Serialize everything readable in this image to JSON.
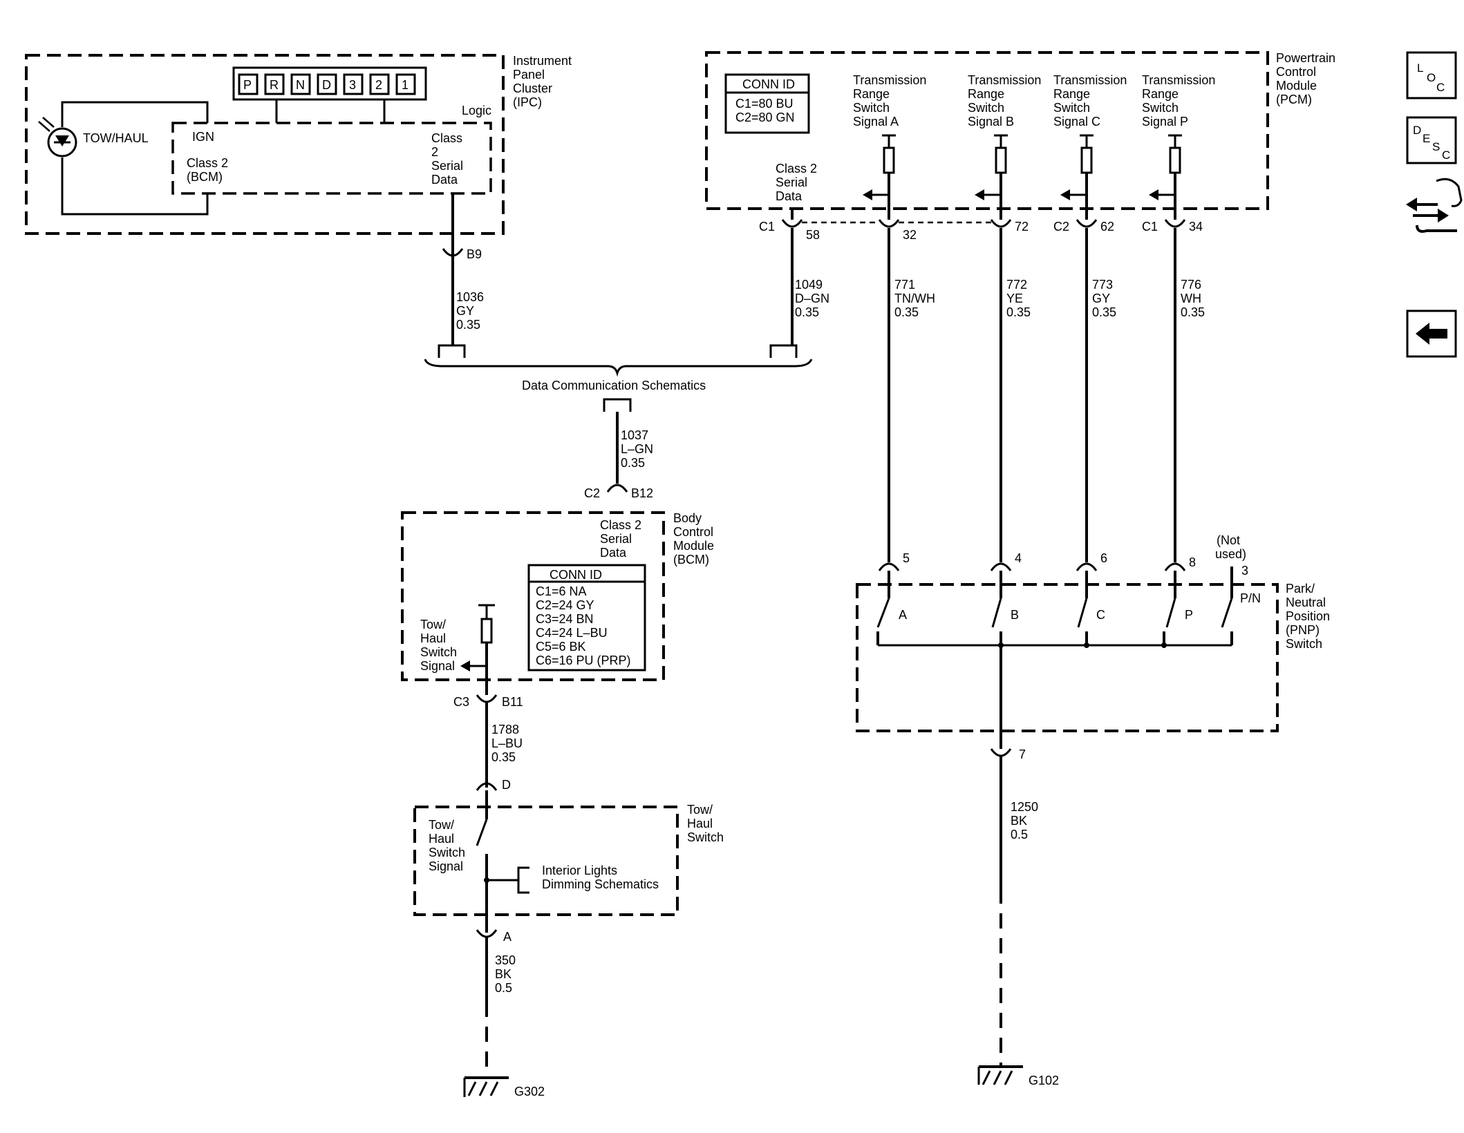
{
  "ipc": {
    "name": [
      "Instrument",
      "Panel",
      "Cluster",
      "(IPC)"
    ],
    "logic": "Logic",
    "prnd": [
      "P",
      "R",
      "N",
      "D",
      "3",
      "2",
      "1"
    ],
    "tow_haul_lamp": "TOW/HAUL",
    "ign": "IGN",
    "class2_bcm": [
      "Class 2",
      "(BCM)"
    ],
    "class2_serial": [
      "Class",
      "2",
      "Serial",
      "Data"
    ],
    "connector": "B9"
  },
  "wire_1036": [
    "1036",
    "GY",
    "0.35"
  ],
  "data_comm": "Data Communication Schematics",
  "wire_1037": [
    "1037",
    "L–GN",
    "0.35"
  ],
  "bcm": {
    "name": [
      "Body",
      "Control",
      "Module",
      "(BCM)"
    ],
    "conn_top": [
      "C2",
      "B12"
    ],
    "class2_serial": [
      "Class 2",
      "Serial",
      "Data"
    ],
    "conn_id_title": "CONN ID",
    "conn_id": [
      "C1=6 NA",
      "C2=24 GY",
      "C3=24 BN",
      "C4=24 L–BU",
      "C5=6 BK",
      "C6=16 PU (PRP)"
    ],
    "tow_haul_signal": [
      "Tow/",
      "Haul",
      "Switch",
      "Signal"
    ],
    "conn_bottom": [
      "C3",
      "B11"
    ]
  },
  "wire_1788": [
    "1788",
    "L–BU",
    "0.35"
  ],
  "tow_switch": {
    "conn_top": "D",
    "name": [
      "Tow/",
      "Haul",
      "Switch"
    ],
    "signal": [
      "Tow/",
      "Haul",
      "Switch",
      "Signal"
    ],
    "interior": [
      "Interior Lights",
      "Dimming Schematics"
    ],
    "conn_bottom": "A"
  },
  "wire_350": [
    "350",
    "BK",
    "0.5"
  ],
  "ground_left": "G302",
  "pcm": {
    "name": [
      "Powertrain",
      "Control",
      "Module",
      "(PCM)"
    ],
    "conn_id_title": "CONN ID",
    "conn_id": [
      "C1=80 BU",
      "C2=80 GN"
    ],
    "class2": [
      "Class 2",
      "Serial",
      "Data"
    ],
    "signals": [
      [
        "Transmission",
        "Range",
        "Switch",
        "Signal A"
      ],
      [
        "Transmission",
        "Range",
        "Switch",
        "Signal B"
      ],
      [
        "Transmission",
        "Range",
        "Switch",
        "Signal C"
      ],
      [
        "Transmission",
        "Range",
        "Switch",
        "Signal P"
      ]
    ],
    "pins": [
      {
        "conn": "C1",
        "pin": "58"
      },
      {
        "conn": "",
        "pin": "32"
      },
      {
        "conn": "",
        "pin": "72"
      },
      {
        "conn": "C2",
        "pin": "62"
      },
      {
        "conn": "C1",
        "pin": "34"
      }
    ]
  },
  "wire_1049": [
    "1049",
    "D–GN",
    "0.35"
  ],
  "wires_pcm": [
    [
      "771",
      "TN/WH",
      "0.35"
    ],
    [
      "772",
      "YE",
      "0.35"
    ],
    [
      "773",
      "GY",
      "0.35"
    ],
    [
      "776",
      "WH",
      "0.35"
    ]
  ],
  "pnp": {
    "name": [
      "Park/",
      "Neutral",
      "Position",
      "(PNP)",
      "Switch"
    ],
    "pins": [
      "5",
      "4",
      "6",
      "8",
      "3"
    ],
    "not_used": [
      "(Not",
      "used)"
    ],
    "contacts": [
      "A",
      "B",
      "C",
      "P",
      "P/N"
    ],
    "ground_pin": "7"
  },
  "wire_1250": [
    "1250",
    "BK",
    "0.5"
  ],
  "ground_right": "G102",
  "nav": {
    "loc": [
      "L",
      "O",
      "C"
    ],
    "desc": [
      "D",
      "E",
      "S",
      "C"
    ]
  }
}
